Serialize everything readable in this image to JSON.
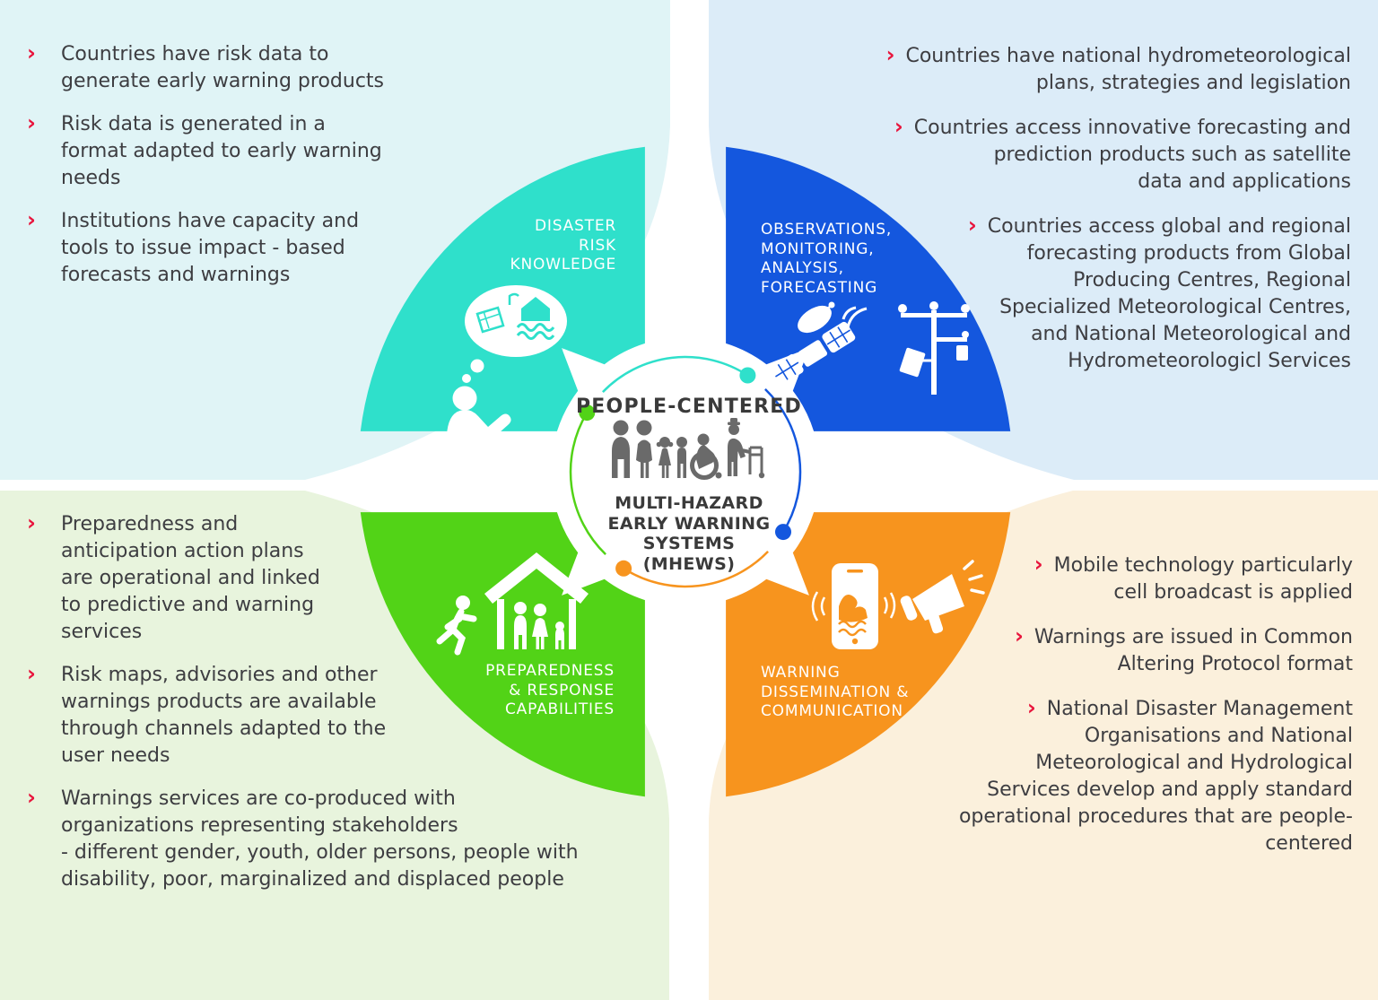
{
  "colors": {
    "teal": "#2fe0cb",
    "blue": "#1457de",
    "green": "#52d317",
    "orange": "#f7941e",
    "bg_top_left": "#e0f4f6",
    "bg_top_right": "#dcecf8",
    "bg_bottom_left": "#e8f4dd",
    "bg_bottom_right": "#fbf0dc",
    "bullet_red": "#e8143c",
    "text_dark": "#3d3d41",
    "people_gray": "#6a6a6a",
    "white": "#ffffff"
  },
  "bullet_char": "›",
  "center": {
    "people_label": "PEOPLE-CENTERED",
    "system_title": "MULTI-HAZARD\nEARLY WARNING\nSYSTEMS\n(MHEWS)"
  },
  "quadrants": {
    "tl": {
      "label": "DISASTER\nRISK\nKNOWLEDGE",
      "icon": "person-thinking-flood-icon",
      "bullets": [
        "Countries have risk data to\ngenerate early warning products",
        "Risk data is generated in a\nformat adapted to early warning\nneeds",
        "Institutions have capacity and\ntools to issue impact - based\nforecasts and warnings"
      ]
    },
    "tr": {
      "label": "OBSERVATIONS,\nMONITORING,\nANALYSIS,\nFORECASTING",
      "icon": "satellite-weather-station-icon",
      "bullets": [
        "Countries have national hydrometeorological\nplans, strategies and legislation",
        "Countries access innovative forecasting and\nprediction products such as satellite\ndata and applications",
        "Countries access global and regional\nforecasting products from Global\nProducing Centres, Regional\nSpecialized Meteorological Centres,\nand National Meteorological and\nHydrometeorologicl Services"
      ]
    },
    "bl": {
      "label": "PREPAREDNESS\n& RESPONSE\nCAPABILITIES",
      "icon": "evacuation-shelter-icon",
      "bullets": [
        "Preparedness and\nanticipation action plans\nare operational and linked\nto predictive and warning\nservices",
        "Risk maps, advisories and other\nwarnings products are available\nthrough channels adapted to the\nuser needs",
        "Warnings services are co-produced with\norganizations representing stakeholders\n- different gender, youth, older persons, people with\ndisability, poor, marginalized and displaced people"
      ]
    },
    "br": {
      "label": "WARNING\nDISSEMINATION &\nCOMMUNICATION",
      "icon": "phone-alert-megaphone-icon",
      "bullets": [
        "Mobile technology particularly\ncell broadcast is applied",
        "Warnings are issued in Common\nAltering Protocol format",
        "National Disaster Management\nOrganisations and National\nMeteorological and Hydrological\nServices develop and apply standard\noperational procedures that are people-\ncentered"
      ]
    }
  }
}
